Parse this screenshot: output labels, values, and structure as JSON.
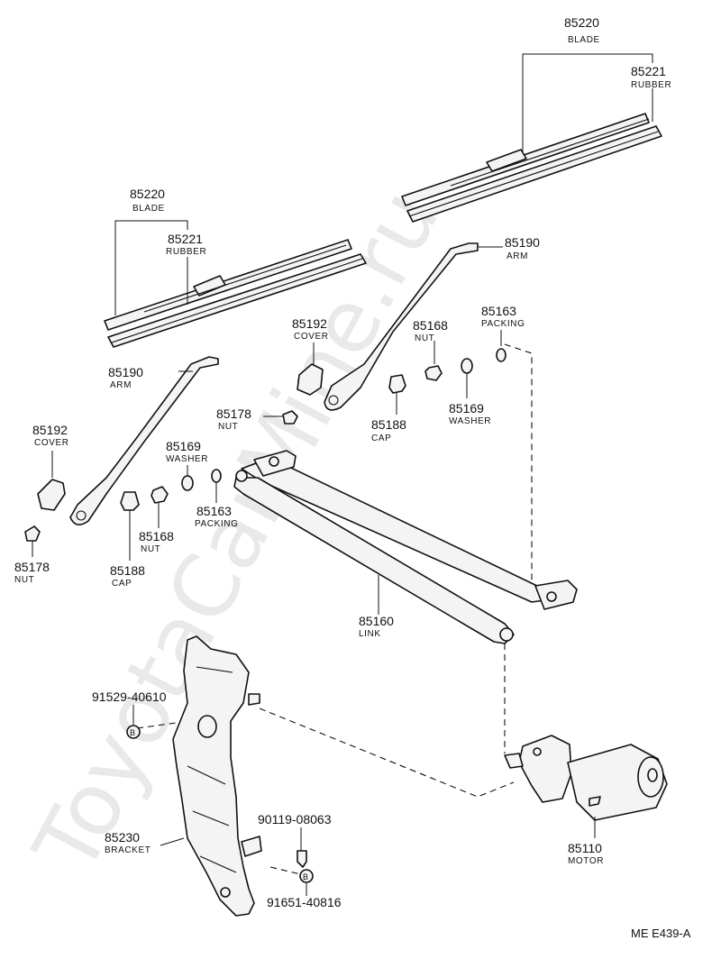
{
  "watermark": "ToyotaCarMine.ru",
  "figure_ref": "ME E439-A",
  "parts": [
    {
      "id": "blade-right",
      "number": "85220",
      "name": "BLADE"
    },
    {
      "id": "rubber-right",
      "number": "85221",
      "name": "RUBBER"
    },
    {
      "id": "blade-left",
      "number": "85220",
      "name": "BLADE"
    },
    {
      "id": "rubber-left",
      "number": "85221",
      "name": "RUBBER"
    },
    {
      "id": "arm-right",
      "number": "85190",
      "name": "ARM"
    },
    {
      "id": "packing-right",
      "number": "85163",
      "name": "PACKING"
    },
    {
      "id": "cover-right",
      "number": "85192",
      "name": "COVER"
    },
    {
      "id": "nut-right",
      "number": "85168",
      "name": "NUT"
    },
    {
      "id": "arm-left",
      "number": "85190",
      "name": "ARM"
    },
    {
      "id": "nut-small-right",
      "number": "85178",
      "name": "NUT"
    },
    {
      "id": "washer-right",
      "number": "85169",
      "name": "WASHER"
    },
    {
      "id": "cap-right",
      "number": "85188",
      "name": "CAP"
    },
    {
      "id": "cover-left",
      "number": "85192",
      "name": "COVER"
    },
    {
      "id": "washer-left",
      "number": "85169",
      "name": "WASHER"
    },
    {
      "id": "packing-left",
      "number": "85163",
      "name": "PACKING"
    },
    {
      "id": "nut-left",
      "number": "85168",
      "name": "NUT"
    },
    {
      "id": "nut-small-left",
      "number": "85178",
      "name": "NUT"
    },
    {
      "id": "cap-left",
      "number": "85188",
      "name": "CAP"
    },
    {
      "id": "link",
      "number": "85160",
      "name": "LINK"
    },
    {
      "id": "bolt-upper",
      "number": "91529-40610",
      "name": ""
    },
    {
      "id": "bracket",
      "number": "85230",
      "name": "BRACKET"
    },
    {
      "id": "screw",
      "number": "90119-08063",
      "name": ""
    },
    {
      "id": "bolt-lower",
      "number": "91651-40816",
      "name": ""
    },
    {
      "id": "motor",
      "number": "85110",
      "name": "MOTOR"
    }
  ]
}
